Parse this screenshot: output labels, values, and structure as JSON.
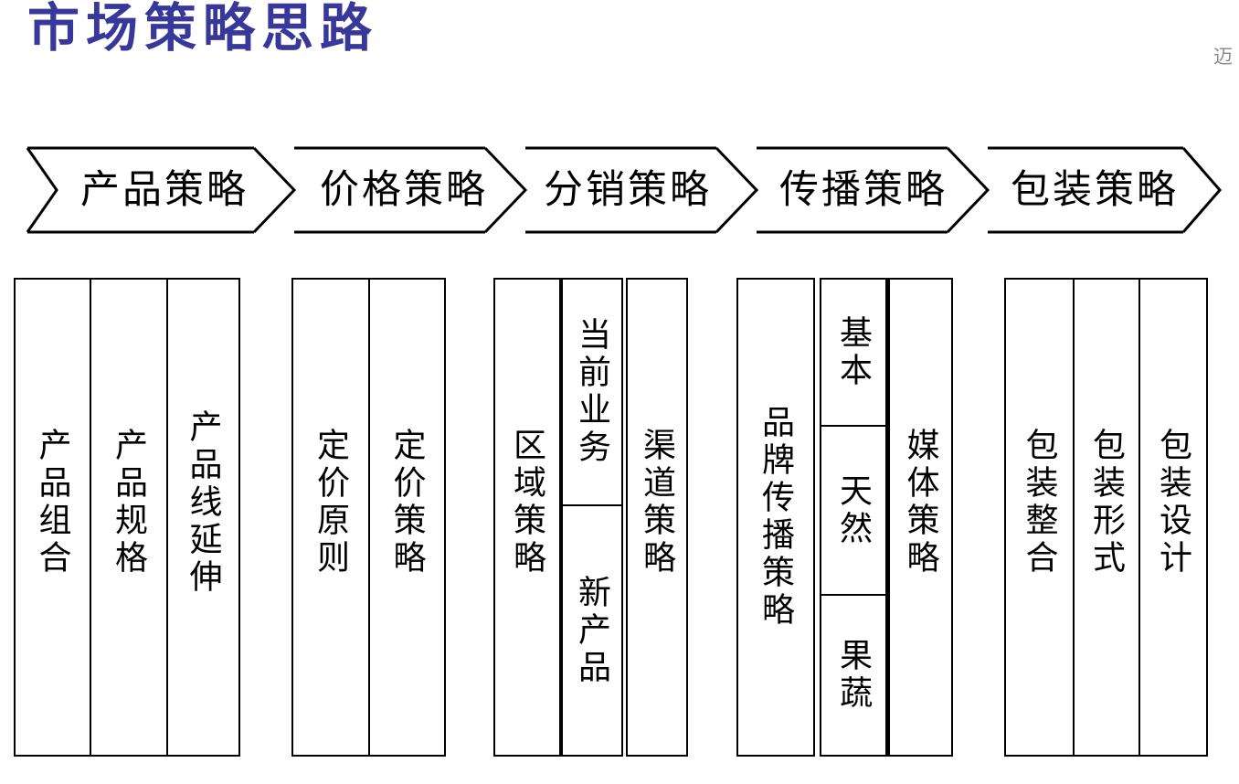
{
  "slide_title": "市场策略思路",
  "watermark": "迈",
  "colors": {
    "title": "#38389A",
    "line": "#000000",
    "background": "#FFFFFF"
  },
  "chevron_labels": [
    "产品策略",
    "价格策略",
    "分销策略",
    "传播策略",
    "包装策略"
  ],
  "columns": {
    "product": [
      "产品组合",
      "产品规格",
      "产品线延伸"
    ],
    "price": [
      "定价原则",
      "定价策略"
    ],
    "distribution": {
      "left": "区域策略",
      "middle": [
        "当前业务",
        "新产品"
      ],
      "right": "渠道策略"
    },
    "communication": {
      "left": "品牌传播策略",
      "middle": [
        "基本",
        "天然",
        "果蔬"
      ],
      "right": "媒体策略"
    },
    "packaging": [
      "包装整合",
      "包装形式",
      "包装设计"
    ]
  }
}
